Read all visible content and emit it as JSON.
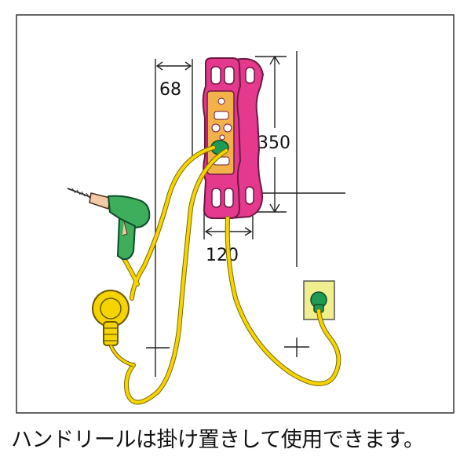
{
  "dimensions": {
    "depth": "68",
    "height": "350",
    "width": "120"
  },
  "caption": "ハンドリールは掛け置きして使用できます。",
  "colors": {
    "reel_body": "#e4398d",
    "reel_outline": "#8a1f55",
    "reel_face": "#f3b14a",
    "cord": "#f5d400",
    "outlet_plate": "#f1ee8e",
    "plug": "#1f9a55",
    "drill_body": "#3fae5c",
    "drill_chuck": "#f3c9a8",
    "line": "#222222"
  },
  "icons": [
    "drill-icon",
    "cord-reel-icon",
    "wall-outlet-icon",
    "plug-icon"
  ]
}
